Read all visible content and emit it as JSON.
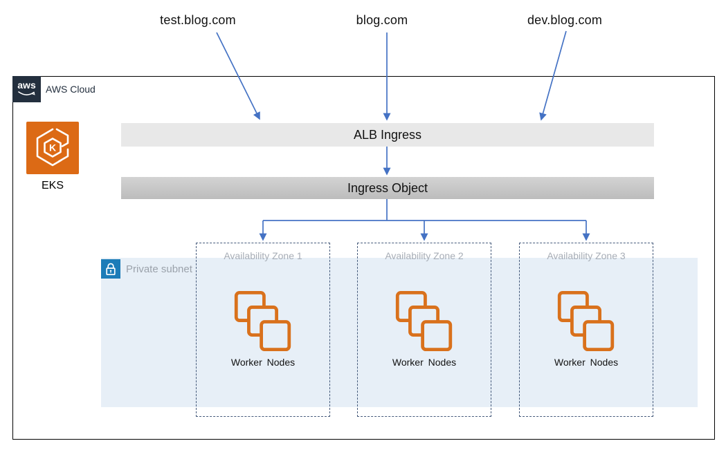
{
  "diagram": {
    "external_domains": [
      {
        "label": "test.blog.com"
      },
      {
        "label": "blog.com"
      },
      {
        "label": "dev.blog.com"
      }
    ],
    "aws_cloud": {
      "label": "AWS Cloud",
      "logo_icon": "aws-smile-logo"
    },
    "eks": {
      "label": "EKS",
      "icon": "eks-kubernetes-hexagon-k"
    },
    "alb_ingress": {
      "label": "ALB Ingress"
    },
    "ingress_object": {
      "label": "Ingress Object"
    },
    "private_subnet": {
      "label": "Private subnet",
      "icon": "padlock"
    },
    "availability_zones": [
      {
        "label": "Availability Zone 1",
        "workers": {
          "label": "Worker Nodes",
          "icon": "stacked-squares"
        }
      },
      {
        "label": "Availability Zone 2",
        "workers": {
          "label": "Worker Nodes",
          "icon": "stacked-squares"
        }
      },
      {
        "label": "Availability Zone 3",
        "workers": {
          "label": "Worker Nodes",
          "icon": "stacked-squares"
        }
      }
    ],
    "colors": {
      "flow_arrow": "#4472C4",
      "aws_dark": "#232F3E",
      "service_orange": "#DC6A15",
      "worker_stroke_orange": "#D9711C",
      "private_subnet_bg": "#E7EFF7",
      "private_subnet_badge": "#1C7CB8",
      "alb_bar_bg": "#E8E8E8",
      "ingress_bar_bg": "#C6C6C6",
      "az_dashed_border": "#44597A",
      "muted_label": "#9BA2AB"
    }
  }
}
